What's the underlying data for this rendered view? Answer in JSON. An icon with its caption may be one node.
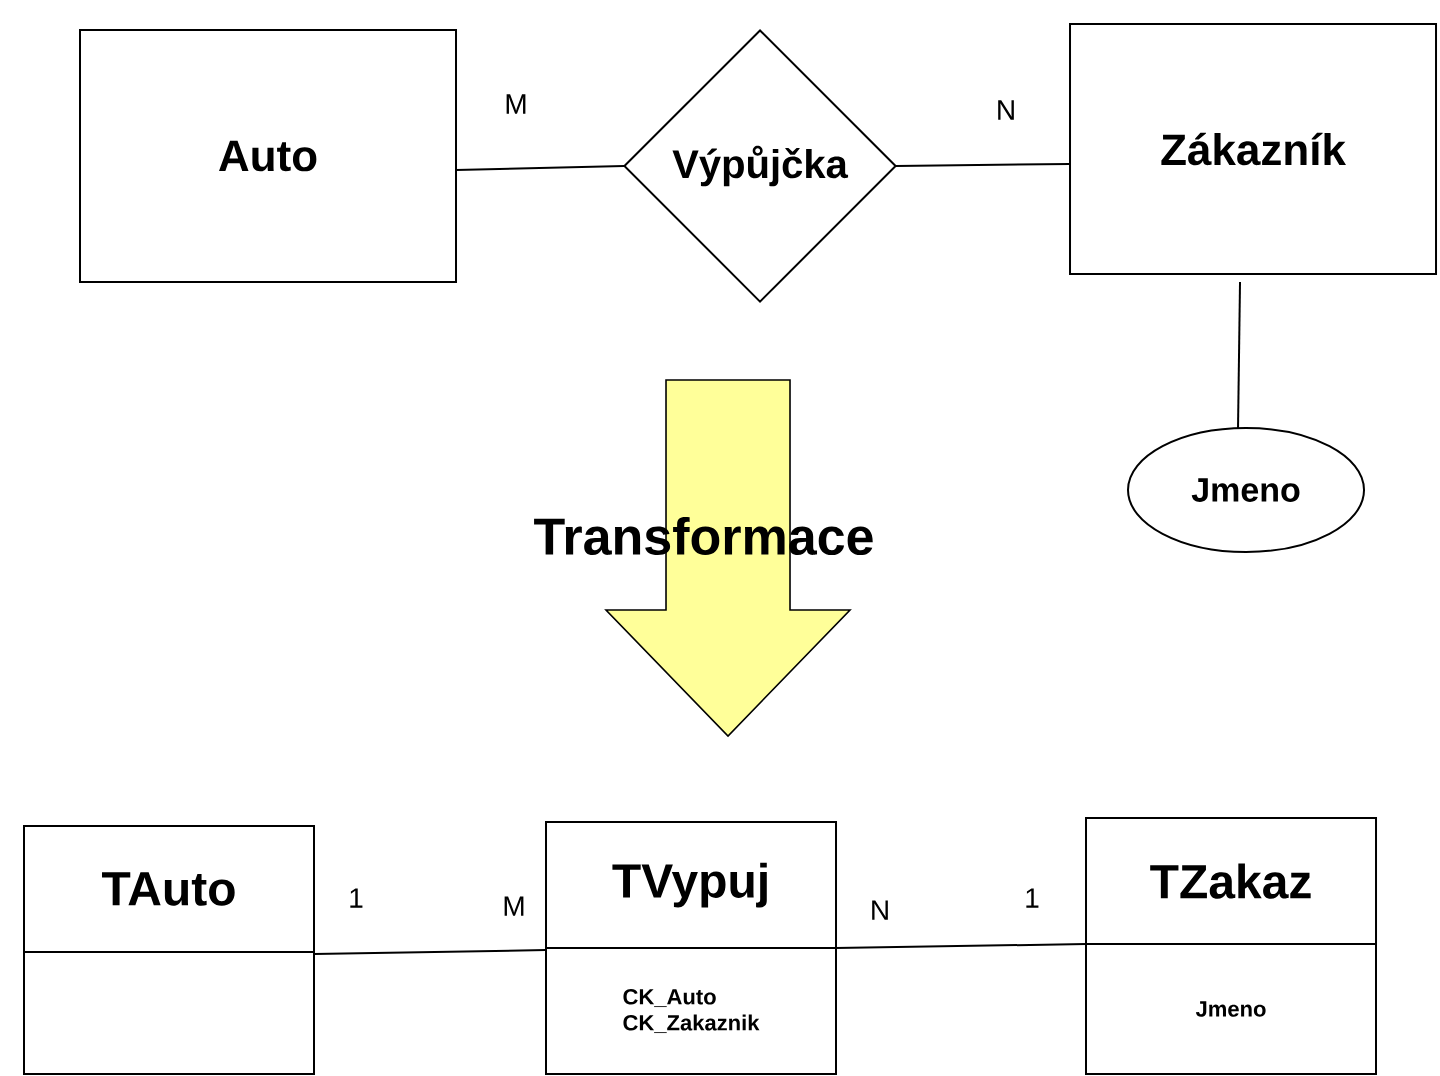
{
  "diagram": {
    "nodes": [
      {
        "text": [
          "Auto"
        ]
      },
      {
        "text": [
          "Výpůjčka"
        ]
      },
      {
        "text": [
          "Zákazník"
        ]
      },
      {
        "text": [
          "Jmeno"
        ]
      },
      {
        "text": [
          "TAuto"
        ]
      },
      {
        "text": [],
        "shape": "box"
      },
      {
        "text": [
          "TVypuj"
        ]
      },
      {
        "text": [
          "CK_Auto",
          "CK_Zakaznik"
        ]
      },
      {
        "text": [
          "TZakaz"
        ]
      },
      {
        "text": [
          "Jmeno"
        ]
      }
    ],
    "edges": [
      {
        "from": 0,
        "to": 1,
        "arrow": "none"
      },
      {
        "from": 1,
        "to": 2,
        "arrow": "none"
      },
      {
        "from": 2,
        "to": 3,
        "arrow": "none"
      },
      {
        "from": 4,
        "to": 6,
        "arrow": "none"
      },
      {
        "from": 6,
        "to": 8,
        "arrow": "none"
      }
    ],
    "labels": [
      "M",
      "N",
      "Transformace",
      "1",
      "M",
      "N",
      "1"
    ]
  }
}
